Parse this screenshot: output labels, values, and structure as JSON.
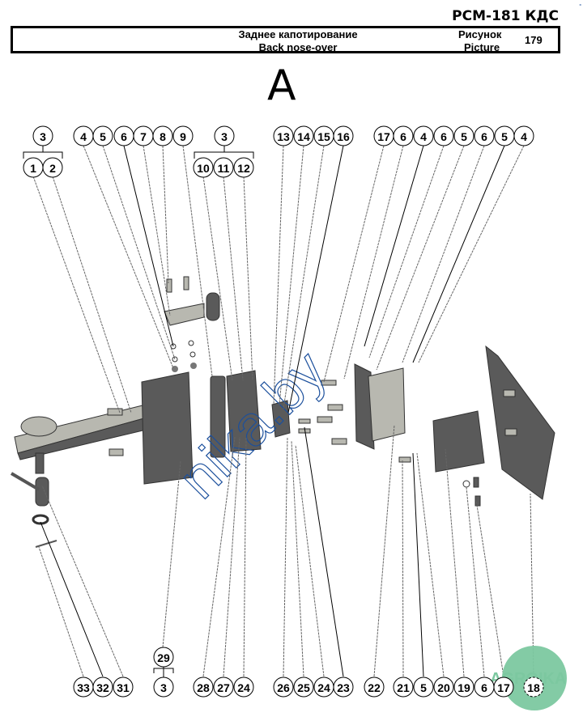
{
  "header": {
    "model": "РСМ-181 КДС",
    "corner_mark": "-",
    "title_ru": "Заднее капотирование",
    "title_en": "Back nose-over",
    "picture_ru": "Рисунок",
    "picture_en": "Picture",
    "picture_number": "179"
  },
  "view_letter": "A",
  "watermark": {
    "text": "nika.by",
    "color": "#1b4f9c"
  },
  "logo": {
    "text": "AGROIKA",
    "color": "#7cc8a0"
  },
  "callouts_top": [
    {
      "id": "t3a",
      "label": "3"
    },
    {
      "id": "t1",
      "label": "1"
    },
    {
      "id": "t2",
      "label": "2"
    },
    {
      "id": "t4",
      "label": "4"
    },
    {
      "id": "t5",
      "label": "5"
    },
    {
      "id": "t6",
      "label": "6"
    },
    {
      "id": "t7",
      "label": "7"
    },
    {
      "id": "t8",
      "label": "8"
    },
    {
      "id": "t9",
      "label": "9"
    },
    {
      "id": "t3b",
      "label": "3"
    },
    {
      "id": "t10",
      "label": "10"
    },
    {
      "id": "t11",
      "label": "11"
    },
    {
      "id": "t12",
      "label": "12"
    },
    {
      "id": "t13",
      "label": "13"
    },
    {
      "id": "t14",
      "label": "14"
    },
    {
      "id": "t15",
      "label": "15"
    },
    {
      "id": "t16",
      "label": "16"
    },
    {
      "id": "t17",
      "label": "17"
    },
    {
      "id": "t6b",
      "label": "6"
    },
    {
      "id": "t4b",
      "label": "4"
    },
    {
      "id": "t6c",
      "label": "6"
    },
    {
      "id": "t5b",
      "label": "5"
    },
    {
      "id": "t6d",
      "label": "6"
    },
    {
      "id": "t5c",
      "label": "5"
    },
    {
      "id": "t4c",
      "label": "4"
    }
  ],
  "callouts_bottom": [
    {
      "id": "b33",
      "label": "33"
    },
    {
      "id": "b32",
      "label": "32"
    },
    {
      "id": "b31",
      "label": "31"
    },
    {
      "id": "b29",
      "label": "29"
    },
    {
      "id": "b3",
      "label": "3"
    },
    {
      "id": "b28",
      "label": "28"
    },
    {
      "id": "b27",
      "label": "27"
    },
    {
      "id": "b24",
      "label": "24"
    },
    {
      "id": "b26",
      "label": "26"
    },
    {
      "id": "b25",
      "label": "25"
    },
    {
      "id": "b24b",
      "label": "24"
    },
    {
      "id": "b23",
      "label": "23"
    },
    {
      "id": "b22",
      "label": "22"
    },
    {
      "id": "b21",
      "label": "21"
    },
    {
      "id": "b5",
      "label": "5"
    },
    {
      "id": "b20",
      "label": "20"
    },
    {
      "id": "b19",
      "label": "19"
    },
    {
      "id": "b6",
      "label": "6"
    },
    {
      "id": "b17",
      "label": "17"
    },
    {
      "id": "b18",
      "label": "18"
    }
  ]
}
